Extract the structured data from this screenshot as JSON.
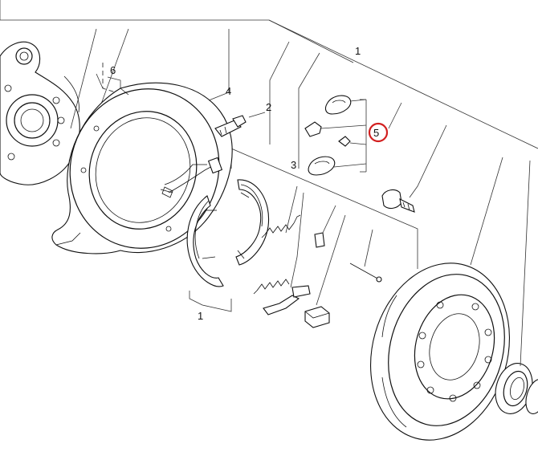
{
  "labels": {
    "assembly_top": "1",
    "assembly_shoes": "1",
    "bleeder": "2",
    "hardware_kit": "3",
    "backing_plate": "4",
    "clip_kit": "5",
    "knuckle": "6"
  },
  "highlight": {
    "target": "clip_kit",
    "color": "#d21f1f"
  }
}
